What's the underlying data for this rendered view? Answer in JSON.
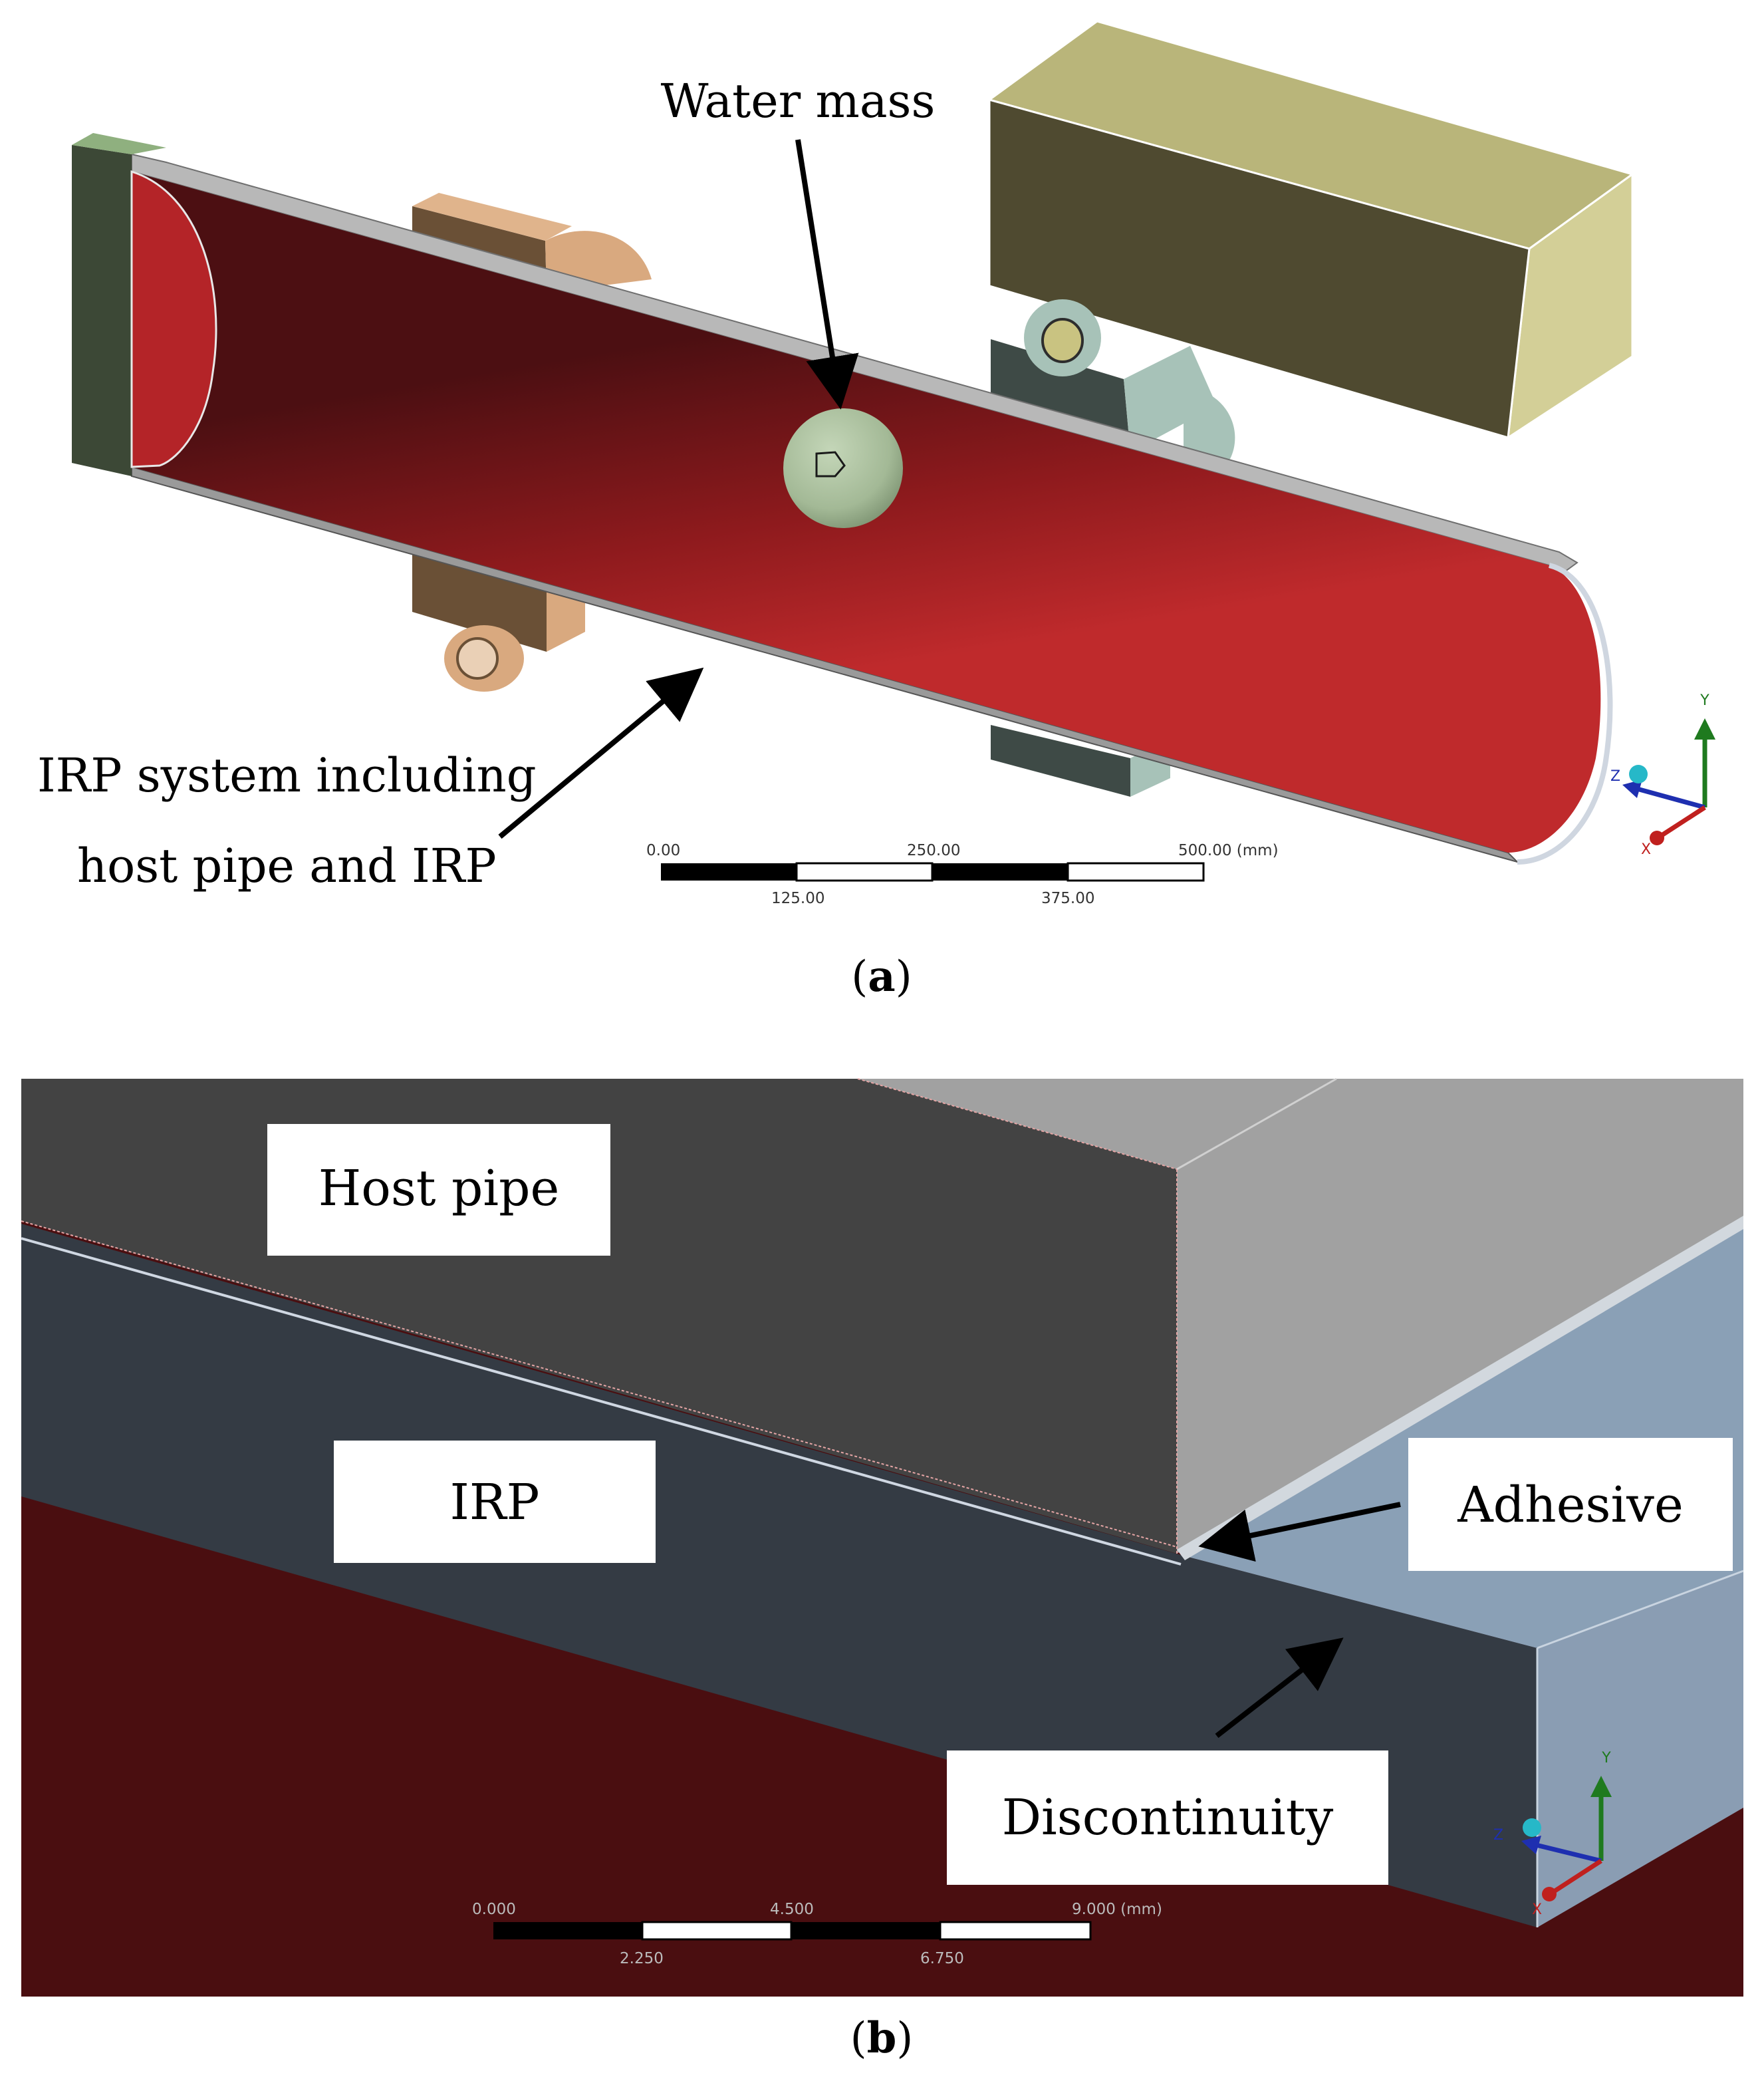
{
  "panel_a": {
    "caption_letter": "a",
    "callouts": {
      "water_mass": "Water mass",
      "irp_line1": "IRP system including",
      "irp_line2": "host pipe and IRP"
    },
    "scale": {
      "top_labels": [
        "0.00",
        "250.00",
        "500.00 (mm)"
      ],
      "bottom_labels": [
        "125.00",
        "375.00"
      ]
    },
    "axes": {
      "y": "Y",
      "z": "Z",
      "x": "X"
    }
  },
  "panel_b": {
    "caption_letter": "b",
    "callouts": {
      "host_pipe": "Host pipe",
      "irp": "IRP",
      "adhesive": "Adhesive",
      "discontinuity": "Discontinuity"
    },
    "scale": {
      "top_labels": [
        "0.000",
        "4.500",
        "9.000 (mm)"
      ],
      "bottom_labels": [
        "2.250",
        "6.750"
      ]
    },
    "axes": {
      "y": "Y",
      "z": "Z",
      "x": "X"
    }
  },
  "colors": {
    "pipe_red": "#b32226",
    "pipe_dark": "#4c0f12",
    "clamp_tan": "#d9a97f",
    "block_yellow": "#b9b57a",
    "block_dark": "#4f4a30",
    "sphere_green": "#a5bd98",
    "host_dark": "#434343",
    "host_light": "#a1a1a1",
    "irp_dark": "#343b44",
    "irp_light": "#8a9db3",
    "panel_b_red": "#4a0e10",
    "axis_green": "#1f7a1f",
    "axis_blue": "#1e2fb0",
    "axis_red": "#c0201e"
  }
}
